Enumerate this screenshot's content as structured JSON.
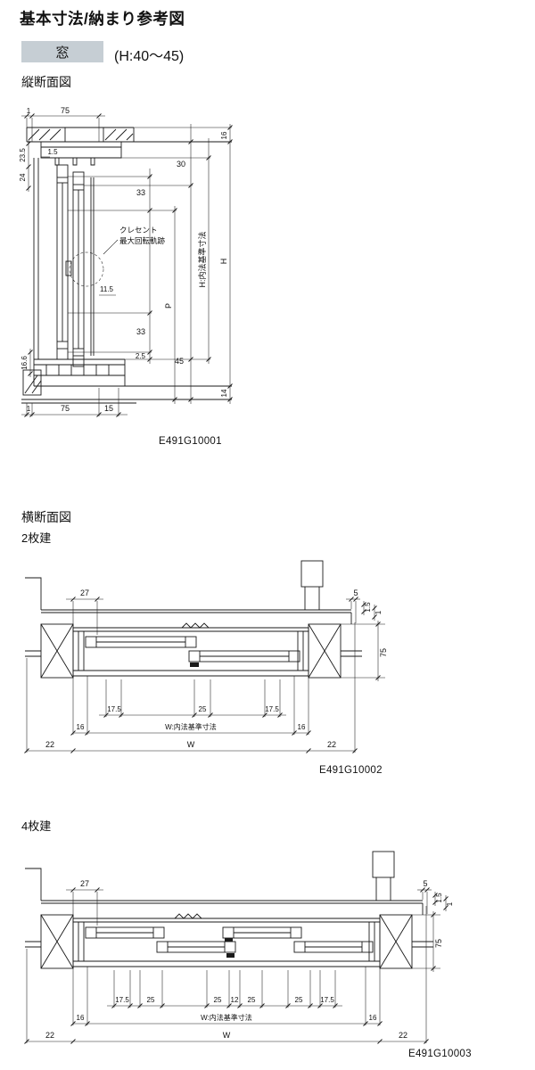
{
  "page": {
    "title": "基本寸法/納まり参考図",
    "window_badge": "窓",
    "height_range": "(H:40〜45)"
  },
  "vertical_section": {
    "heading": "縦断面図",
    "code": "E491G10001",
    "note": {
      "line1": "クレセント",
      "line2": "最大回転軌跡"
    },
    "dims": {
      "d1": "1",
      "d75": "75",
      "d15": "15",
      "d1_5": "1.5",
      "d23_5": "23.5",
      "d24": "24",
      "d16_6": "16.6",
      "d16": "16",
      "d30": "30",
      "d33": "33",
      "d11_5": "11.5",
      "d2_5": "2.5",
      "d45": "45",
      "d14": "14",
      "h_inner": "H:内法基準寸法",
      "h": "H",
      "p": "P"
    }
  },
  "horizontal_section": {
    "heading": "横断面図",
    "two_panel": {
      "label": "2枚建",
      "code": "E491G10002",
      "dims": {
        "d27": "27",
        "d5": "5",
        "d1_5": "1.5",
        "d1": "1",
        "d75": "75",
        "d17_5": "17.5",
        "d25": "25",
        "d16": "16",
        "d22": "22",
        "w_inner": "W:内法基準寸法",
        "w": "W"
      }
    },
    "four_panel": {
      "label": "4枚建",
      "code": "E491G10003",
      "dims": {
        "d27": "27",
        "d5": "5",
        "d1_5": "1.5",
        "d1": "1",
        "d75": "75",
        "d17_5": "17.5",
        "d25": "25",
        "d12": "12",
        "d16": "16",
        "d22": "22",
        "w_inner": "W:内法基準寸法",
        "w": "W"
      }
    }
  }
}
